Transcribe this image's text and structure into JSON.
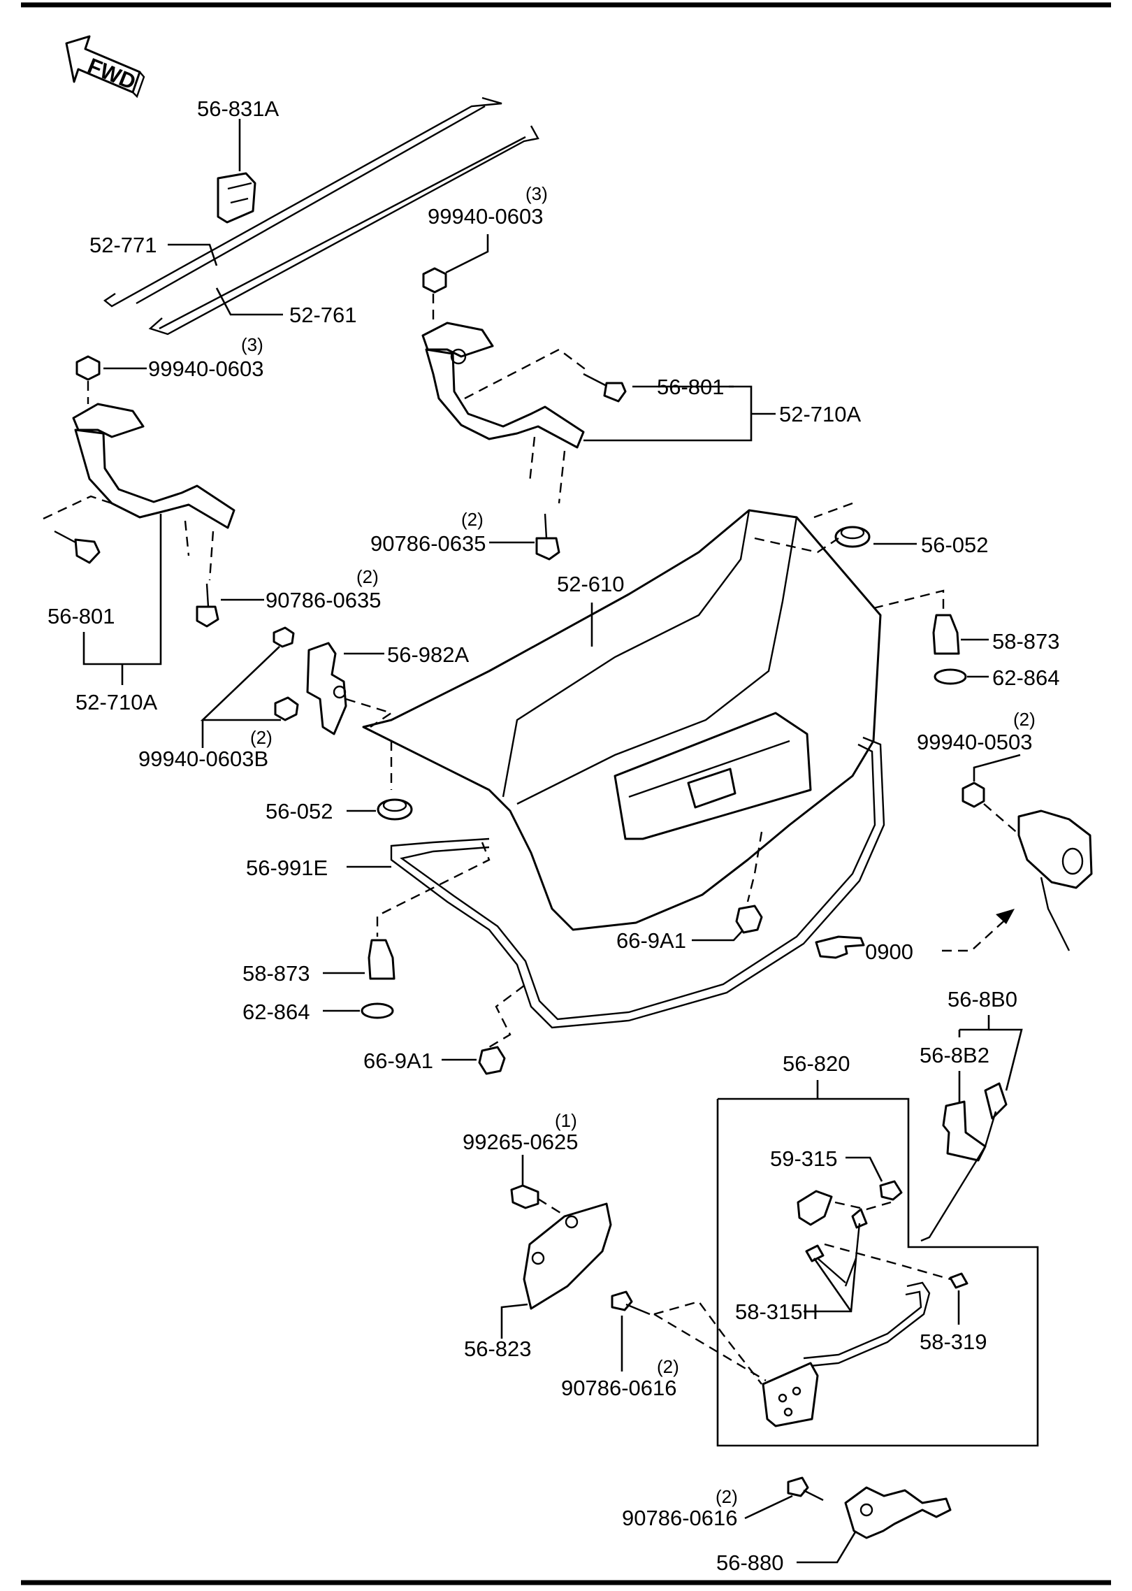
{
  "fwd_label": "FWD",
  "reference": {
    "text": "0900",
    "icon": "pointing-hand-icon"
  },
  "labels": {
    "p56_831A": "56-831A",
    "p52_771": "52-771",
    "p52_761": "52-761",
    "p99940_0603_top": "99940-0603",
    "p99940_0603_top_qty": "(3)",
    "p99940_0603_left": "99940-0603",
    "p99940_0603_left_qty": "(3)",
    "p56_801_right": "56-801",
    "p52_710A_right": "52-710A",
    "p90786_0635_mid": "90786-0635",
    "p90786_0635_mid_qty": "(2)",
    "p56_052_top": "56-052",
    "p52_610": "52-610",
    "p58_873_right": "58-873",
    "p62_864_right": "62-864",
    "p90786_0635_left": "90786-0635",
    "p90786_0635_left_qty": "(2)",
    "p56_801_left": "56-801",
    "p52_710A_left": "52-710A",
    "p56_982A": "56-982A",
    "p99940_0603B": "99940-0603B",
    "p99940_0603B_qty": "(2)",
    "p99940_0503": "99940-0503",
    "p99940_0503_qty": "(2)",
    "p56_052_bottom": "56-052",
    "p56_991E": "56-991E",
    "p66_9A1_mid": "66-9A1",
    "p58_873_left": "58-873",
    "p62_864_left": "62-864",
    "p66_9A1_bottom": "66-9A1",
    "p56_8B0": "56-8B0",
    "p56_8B2": "56-8B2",
    "p56_820": "56-820",
    "p99265_0625": "99265-0625",
    "p99265_0625_qty": "(1)",
    "p59_315": "59-315",
    "p58_315H": "58-315H",
    "p58_319": "58-319",
    "p56_823": "56-823",
    "p90786_0616_mid": "90786-0616",
    "p90786_0616_mid_qty": "(2)",
    "p90786_0616_bottom": "90786-0616",
    "p90786_0616_bottom_qty": "(2)",
    "p56_880": "56-880"
  }
}
